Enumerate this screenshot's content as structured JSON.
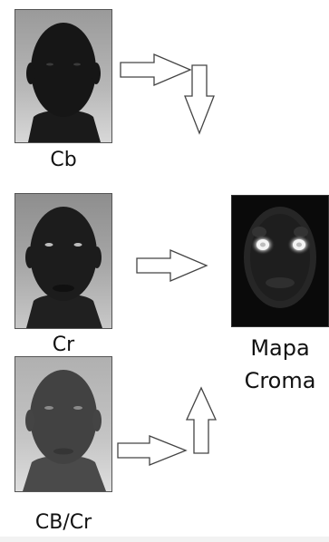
{
  "panels": [
    {
      "id": "cb",
      "label": "Cb"
    },
    {
      "id": "cr",
      "label": "Cr"
    },
    {
      "id": "cbcr",
      "label": "CB/Cr"
    }
  ],
  "result": {
    "label_line1": "Mapa",
    "label_line2": "Croma"
  },
  "colors": {
    "arrow_stroke": "#444444",
    "arrow_fill": "#ffffff",
    "panel_border": "#555555"
  }
}
